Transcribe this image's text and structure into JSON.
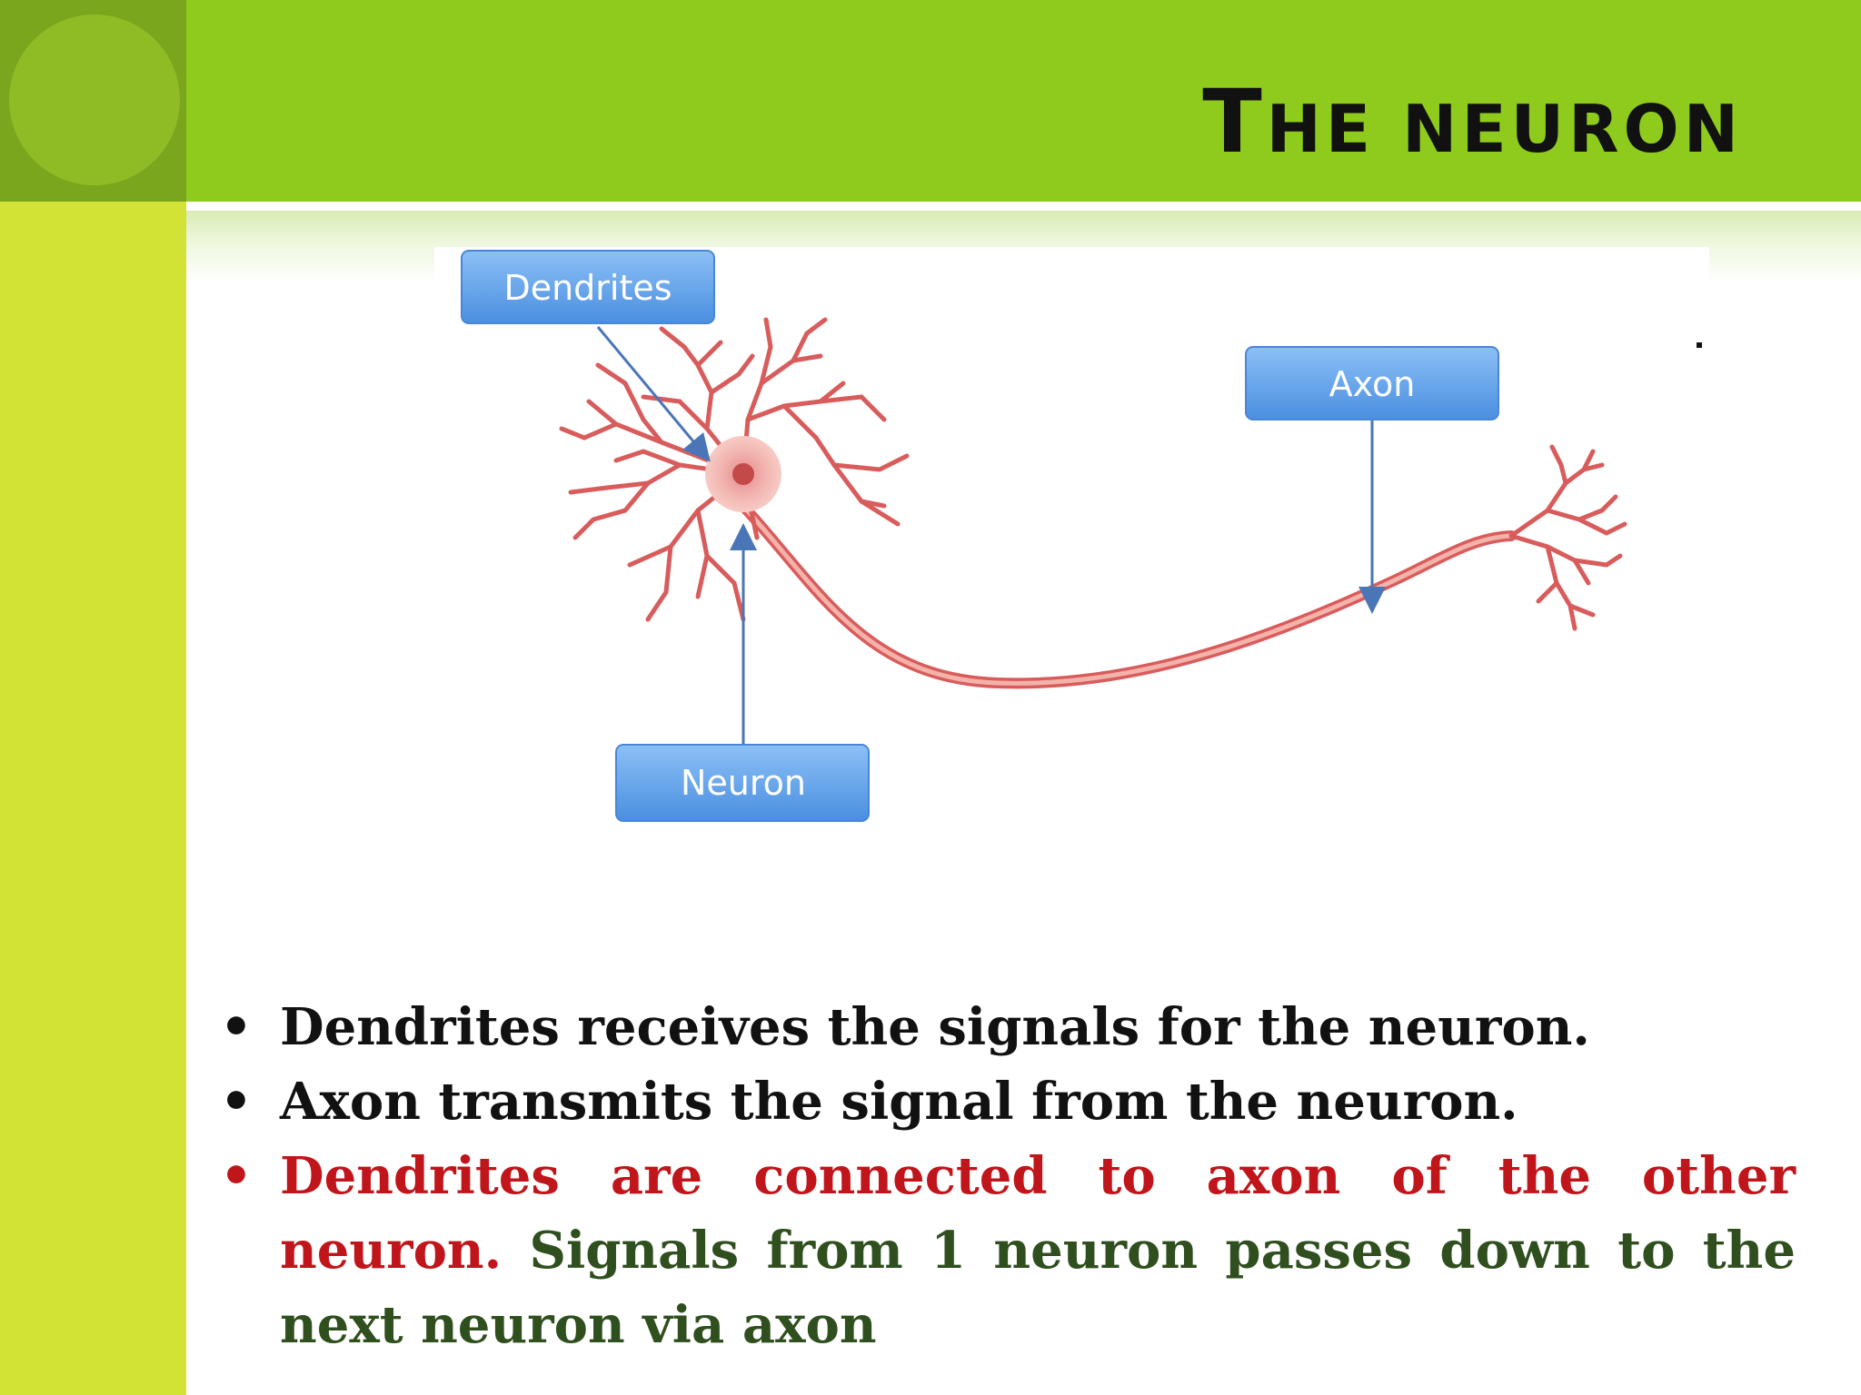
{
  "slide": {
    "title_first_letter": "T",
    "title_rest": "HE NEURON"
  },
  "diagram": {
    "labels": {
      "dendrites": "Dendrites",
      "axon": "Axon",
      "neuron": "Neuron"
    },
    "colors": {
      "neuron_body": "#d95c5c",
      "label_box": "#5aa0ea",
      "arrow": "#4a76b8"
    }
  },
  "bullets": [
    {
      "text": "Dendrites receives the signals for the neuron."
    },
    {
      "text": "Axon transmits the signal from the neuron."
    },
    {
      "text": "Dendrites are connected to axon of the other neuron.",
      "continuation": "Signals from 1 neuron passes down to the next neuron via axon"
    }
  ],
  "bullet_symbol": "•",
  "colors": {
    "header_green": "#8fcb1c",
    "sidebar_green": "#d3e335",
    "accent_red": "#c0161b",
    "dark_green_text": "#2f4f1e"
  }
}
